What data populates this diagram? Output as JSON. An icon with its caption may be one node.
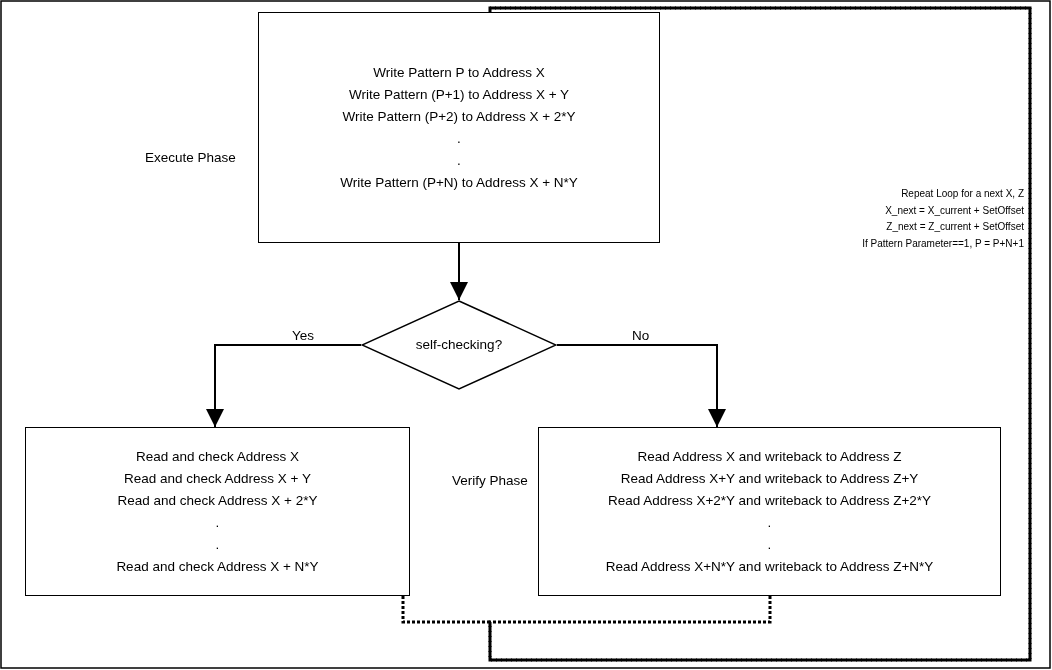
{
  "diagram": {
    "nodes": [
      {
        "text": [
          "Write Pattern P to Address X",
          "Write Pattern (P+1) to Address X + Y",
          "Write Pattern (P+2) to Address X + 2*Y",
          ".",
          ".",
          "Write Pattern (P+N) to Address X + N*Y"
        ]
      },
      {
        "text": [
          "self-checking?"
        ]
      },
      {
        "text": [
          "Read and check Address X",
          "Read and check Address X + Y",
          "Read and check Address X + 2*Y",
          ".",
          ".",
          "Read and check Address X + N*Y"
        ]
      },
      {
        "text": [
          "Read Address X and writeback to Address Z",
          "Read Address X+Y and writeback to Address Z+Y",
          "Read Address X+2*Y and writeback to Address Z+2*Y",
          ".",
          ".",
          "Read Address X+N*Y and writeback to Address Z+N*Y"
        ]
      }
    ],
    "edges": [
      {
        "from": 0,
        "to": 1,
        "arrow": "to"
      },
      {
        "from": 1,
        "to": 2,
        "arrow": "to",
        "label": "Yes"
      },
      {
        "from": 1,
        "to": 3,
        "arrow": "to",
        "label": "No"
      },
      {
        "from": 2,
        "to": 0,
        "arrow": "none",
        "style": "dashed"
      },
      {
        "from": 3,
        "to": 0,
        "arrow": "none",
        "style": "dashed"
      }
    ],
    "labels": [
      "Execute Phase",
      "Verify Phase",
      "Repeat Loop for a next X, Z",
      "X_next = X_current + SetOffset",
      "Z_next = Z_current + SetOffset",
      "If Pattern Parameter==1, P = P+N+1"
    ]
  }
}
